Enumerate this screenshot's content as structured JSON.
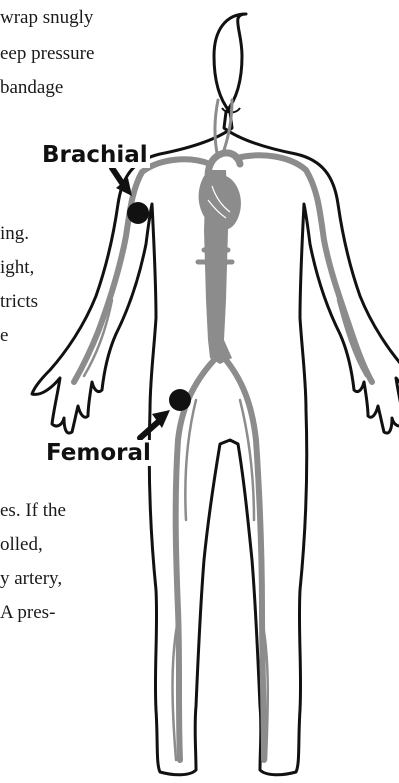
{
  "text_fragments": {
    "top": [
      "wrap snugly",
      "eep pressure",
      "bandage"
    ],
    "middle": [
      "ing.",
      "ight,",
      "tricts",
      "e"
    ],
    "bottom": [
      "es. If the",
      "olled,",
      "y artery,",
      "A pres-"
    ]
  },
  "labels": {
    "brachial": "Brachial",
    "femoral": "Femoral"
  },
  "colors": {
    "outline": "#111111",
    "artery": "#8c8c8c",
    "pressure_point": "#111111",
    "text": "#1a1a1a"
  }
}
